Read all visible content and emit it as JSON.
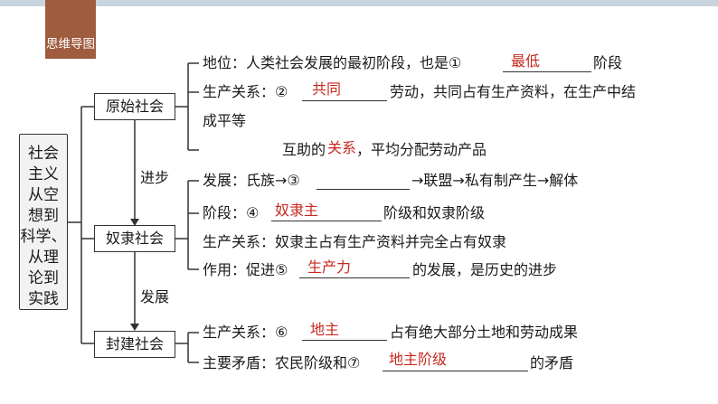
{
  "header": {
    "tag": "思维导图"
  },
  "root": {
    "lines": [
      "社会",
      "主义",
      "从空",
      "想到",
      "科学、",
      "从理",
      "论到",
      "实践"
    ]
  },
  "nodes": {
    "primitive": "原始社会",
    "slave": "奴隶社会",
    "feudal": "封建社会"
  },
  "arrows": {
    "progress": "进步",
    "develop": "发展"
  },
  "primitive": {
    "status_pre": "地位：人类社会发展的最初阶段，也是①",
    "status_ans": "最低",
    "status_post": "阶段",
    "relation_pre": "生产关系：②",
    "relation_ans": "共同",
    "relation_post": "劳动，共同占有生产资料，在生产中结",
    "relation_line2": "成平等",
    "relation_line3_pre": "互助的",
    "relation_line3_ans": "关系",
    "relation_line3_post": "，平均分配劳动产品",
    "develop_pre": "发展：氏族→③",
    "develop_post": "→联盟→私有制产生→解体"
  },
  "slave": {
    "stage_pre": "阶段：④",
    "stage_ans": "奴隶主",
    "stage_post": "阶级和奴隶阶级",
    "relation": "生产关系：奴隶主占有生产资料并完全占有奴隶",
    "role_pre": "作用：促进⑤",
    "role_ans": "生产力",
    "role_post": "的发展，是历史的进步"
  },
  "feudal": {
    "relation_pre": "生产关系：⑥",
    "relation_ans": "地主",
    "relation_post": "占有绝大部分土地和劳动成果",
    "conflict_pre": "主要矛盾：农民阶级和⑦",
    "conflict_ans": "地主阶级",
    "conflict_post": "的矛盾"
  }
}
